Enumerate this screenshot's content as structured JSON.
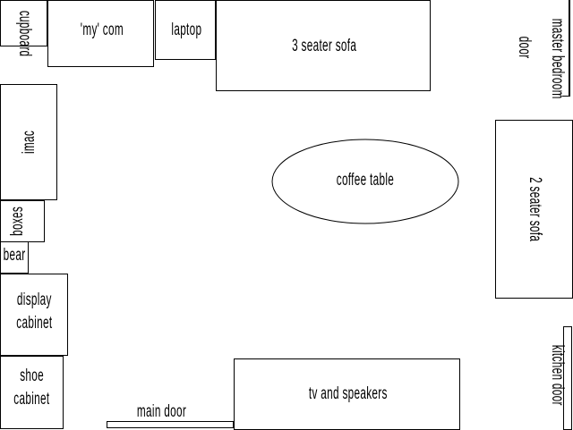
{
  "plan": {
    "cupboard": "cupboard",
    "my_com": "'my' com",
    "laptop": "laptop",
    "three_seater_sofa": "3 seater sofa",
    "master_bedroom_door": "master bedroom",
    "door": "door",
    "imac": "imac",
    "coffee_table": "coffee table",
    "two_seater_sofa": "2 seater sofa",
    "boxes": "boxes",
    "bear": "bear",
    "display_cabinet_1": "display",
    "display_cabinet_2": "cabinet",
    "shoe_cabinet_1": "shoe",
    "shoe_cabinet_2": "cabinet",
    "kitchen_door": "kitchen door",
    "main_door": "main door",
    "tv_and_speakers": "tv and speakers"
  }
}
